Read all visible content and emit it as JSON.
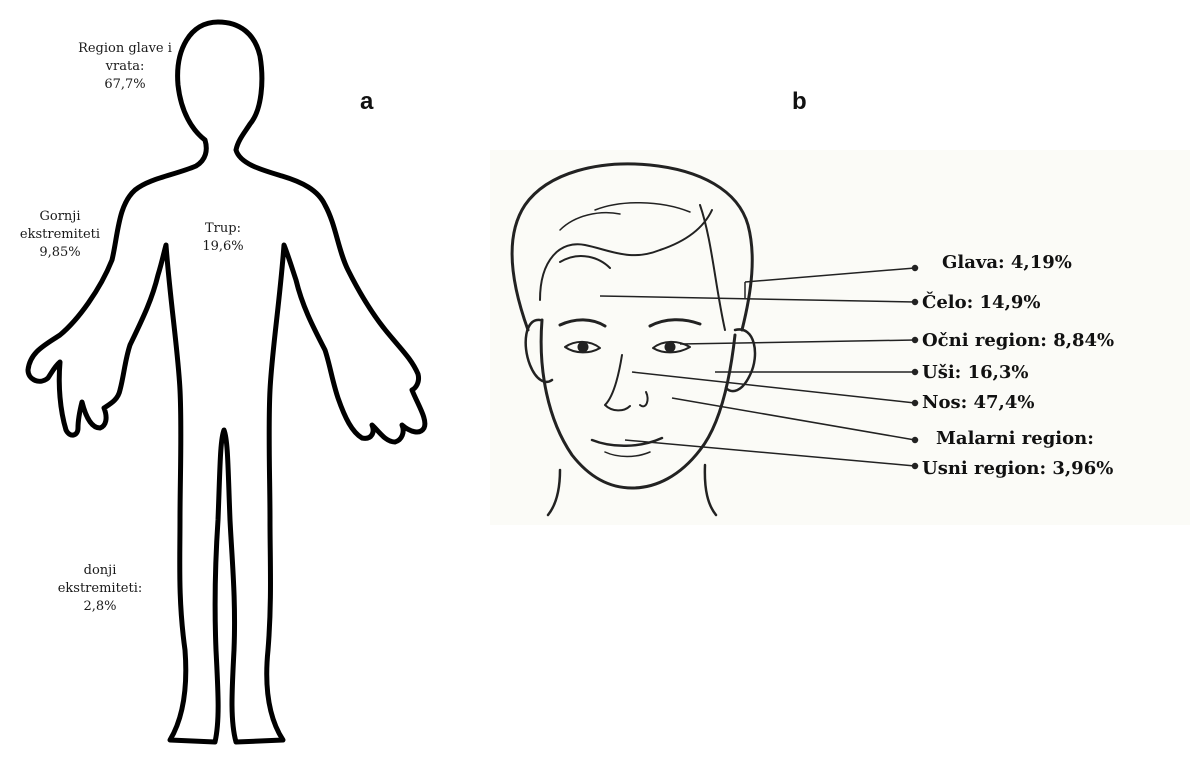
{
  "panels": {
    "a": "a",
    "b": "b"
  },
  "body_labels": {
    "head_neck": [
      "Region glave i",
      "vrata:",
      "67,7%"
    ],
    "upper": [
      "Gornji",
      "ekstremiteti",
      "9,85%"
    ],
    "trunk": [
      "Trup:",
      "19,6%"
    ],
    "lower": [
      "donji",
      "ekstremiteti:",
      "2,8%"
    ]
  },
  "face_labels": {
    "glava": "Glava:  4,19%",
    "celo": "Čelo: 14,9%",
    "ocni": "Očni region: 8,84%",
    "usi": "Uši: 16,3%",
    "nos": "Nos: 47,4%",
    "malarni": "Malarni region:",
    "usni": "Usni region: 3,96%"
  }
}
